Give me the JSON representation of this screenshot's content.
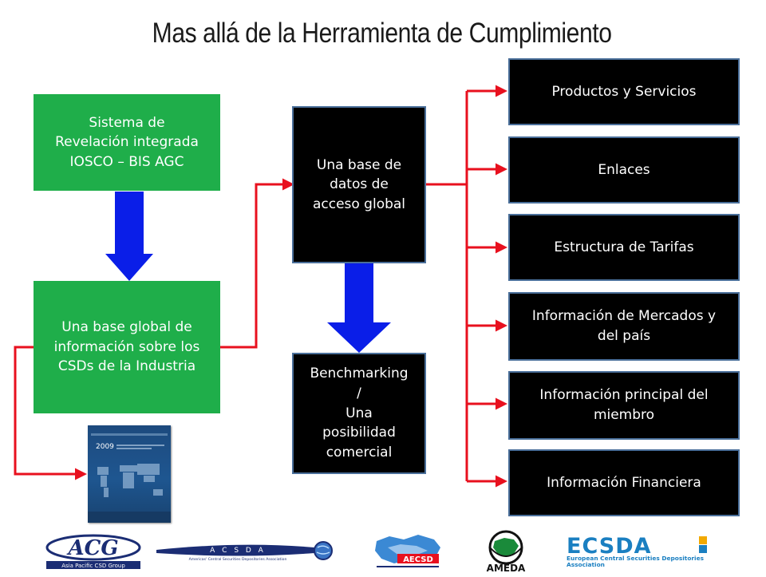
{
  "title": "Mas allá de la Herramienta de Cumplimiento",
  "colors": {
    "green": "#1fae4a",
    "black": "#000000",
    "blue_arrow": "#0a1ee8",
    "red_connector": "#e8101e",
    "box_border": "#4a6f9a"
  },
  "left": {
    "top_box": [
      "Sistema de",
      "Revelación integrada",
      "IOSCO – BIS AGC"
    ],
    "bottom_box": [
      "Una base global de",
      "información sobre los",
      "CSDs de la Industria"
    ],
    "report_cover": {
      "year": "2009"
    }
  },
  "middle": {
    "top_box": [
      "Una base de",
      "datos de",
      "acceso global"
    ],
    "bottom_box": [
      "Benchmarking",
      "/",
      "Una",
      "posibilidad",
      "comercial"
    ]
  },
  "right": {
    "items": [
      [
        "Productos  y Servicios"
      ],
      [
        "Enlaces"
      ],
      [
        "Estructura de Tarifas"
      ],
      [
        "Información de Mercados y",
        "del país"
      ],
      [
        "Información principal del",
        "miembro"
      ],
      [
        "Información Financiera"
      ]
    ]
  },
  "footer_logos": [
    {
      "name": "ACG",
      "label": "ACG",
      "caption": "Asia Pacific CSD Group"
    },
    {
      "name": "ACSDA",
      "label": "A C S D A",
      "caption": "Americas' Central Securities Depositories Association"
    },
    {
      "name": "AECSD",
      "label": "AECSD",
      "caption": ""
    },
    {
      "name": "AMEDA",
      "label": "AMEDA",
      "caption": ""
    },
    {
      "name": "ECSDA",
      "label": "ECSDA",
      "caption": "European Central Securities Depositories Association"
    }
  ]
}
